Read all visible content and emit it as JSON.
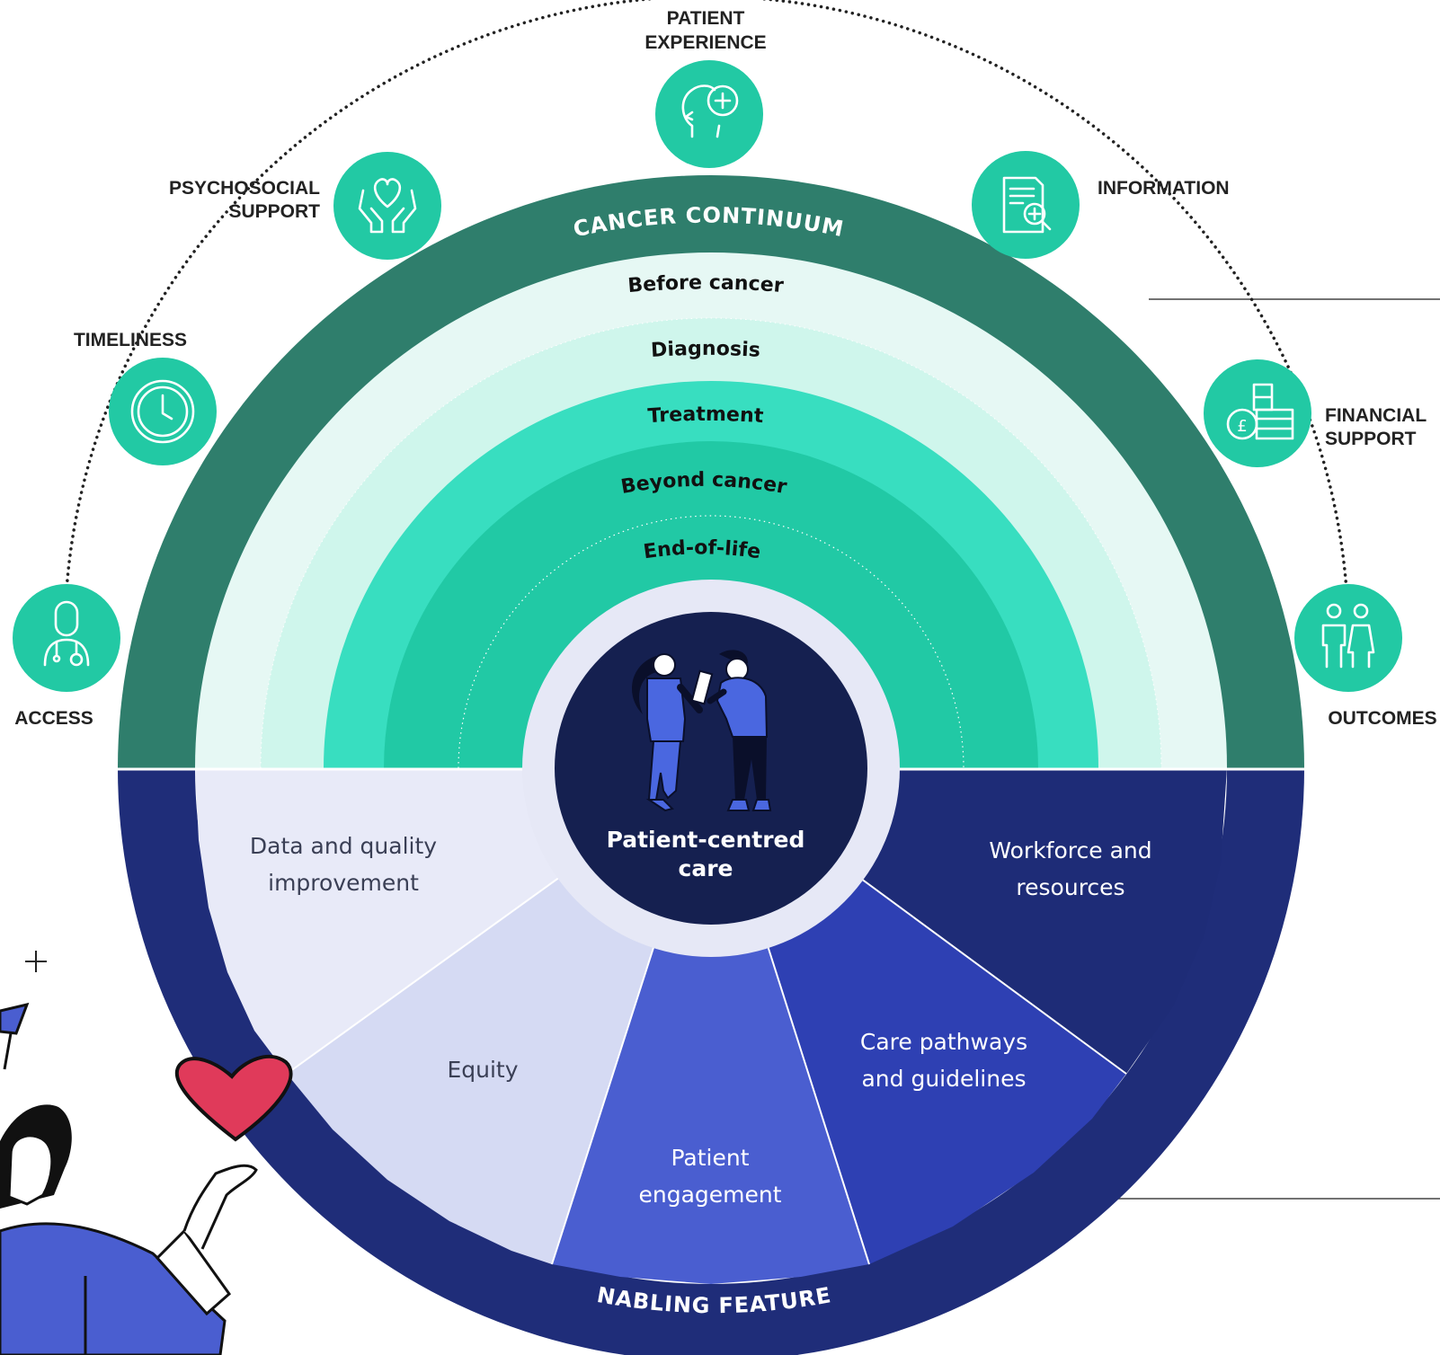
{
  "cancer_continuum": {
    "title": "CANCER CONTINUUM",
    "stages": [
      "Before cancer",
      "Diagnosis",
      "Treatment",
      "Beyond cancer",
      "End-of-life"
    ]
  },
  "enabling_features": {
    "title": "ENABLING FEATURES",
    "segments": [
      {
        "line1": "Data and quality",
        "line2": "improvement"
      },
      {
        "line1": "Equity",
        "line2": ""
      },
      {
        "line1": "Patient",
        "line2": "engagement"
      },
      {
        "line1": "Care pathways",
        "line2": "and guidelines"
      },
      {
        "line1": "Workforce and",
        "line2": "resources"
      }
    ]
  },
  "center": {
    "line1": "Patient-centred",
    "line2": "care"
  },
  "dimensions": [
    {
      "id": "access",
      "lines": [
        "ACCESS"
      ],
      "icon": "doctor-icon"
    },
    {
      "id": "timeliness",
      "lines": [
        "TIMELINESS"
      ],
      "icon": "clock-icon"
    },
    {
      "id": "psychosocial",
      "lines": [
        "PSYCHOSOCIAL",
        "SUPPORT"
      ],
      "icon": "hands-heart-icon"
    },
    {
      "id": "experience",
      "lines": [
        "PATIENT",
        "EXPERIENCE"
      ],
      "icon": "head-plus-icon"
    },
    {
      "id": "information",
      "lines": [
        "INFORMATION"
      ],
      "icon": "document-search-icon"
    },
    {
      "id": "financial",
      "lines": [
        "FINANCIAL",
        "SUPPORT"
      ],
      "icon": "coins-pound-icon"
    },
    {
      "id": "outcomes",
      "lines": [
        "OUTCOMES"
      ],
      "icon": "people-icon"
    }
  ],
  "colors": {
    "ring_green": "#2F7E6C",
    "ring_navy": "#1F2D79",
    "icon_teal": "#22C9A4",
    "center_navy": "#152050"
  }
}
